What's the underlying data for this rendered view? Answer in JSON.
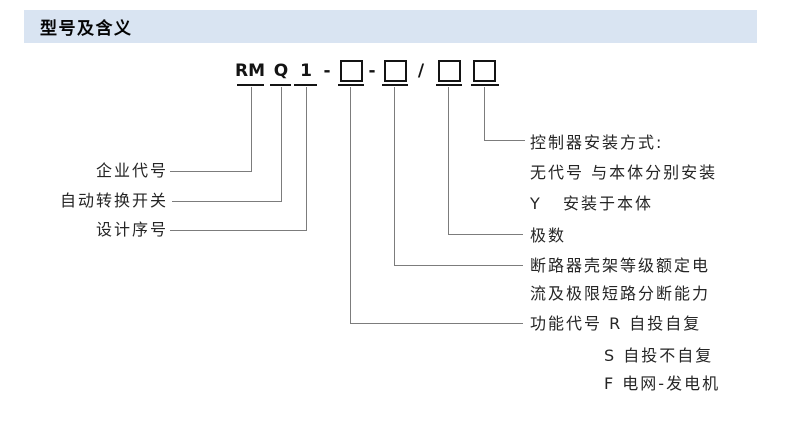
{
  "header": {
    "title": "型号及含义",
    "bar_color": "#d9e4f2"
  },
  "model_code": {
    "rm": "RM",
    "q": "Q",
    "series": "1",
    "dash1": "-",
    "dash2": "-",
    "slash": "/",
    "box_icon": "placeholder-box"
  },
  "left_labels": [
    {
      "label": "企业代号"
    },
    {
      "label": "自动转换开关"
    },
    {
      "label": "设计序号"
    }
  ],
  "right_labels": [
    {
      "label": "控制器安装方式:"
    },
    {
      "label": "无代号 与本体分别安装"
    },
    {
      "label": "Y   安装于本体"
    },
    {
      "label": "极数"
    },
    {
      "label": "断路器壳架等级额定电"
    },
    {
      "label": "流及极限短路分断能力"
    },
    {
      "label": "功能代号 R 自投自复"
    },
    {
      "label": "S 自投不自复"
    },
    {
      "label": "F 电网-发电机"
    }
  ],
  "colors": {
    "connector_line": "#7c7c7c",
    "ink": "#141414",
    "header_bar": "#d9e4f2"
  }
}
